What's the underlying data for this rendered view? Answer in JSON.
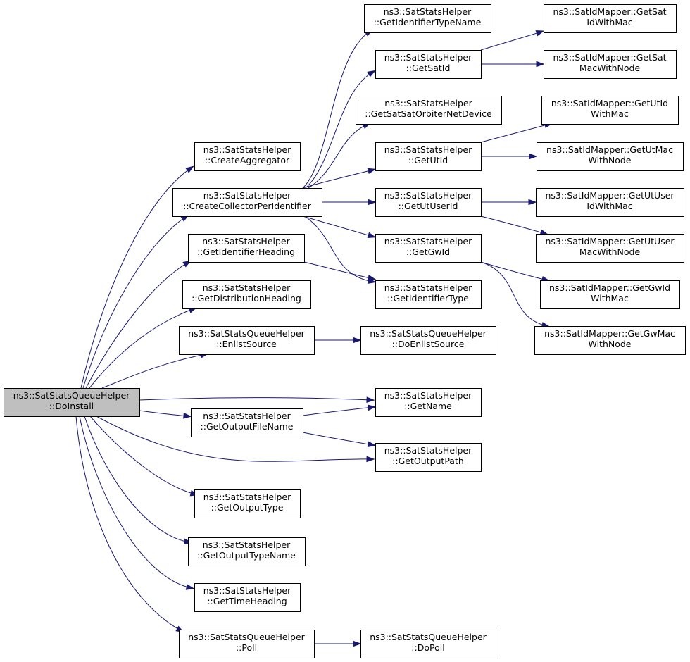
{
  "colors": {
    "edge": "#191970",
    "node_fill": "#ffffff",
    "root_fill": "#bfbfbf",
    "node_border": "#000000"
  },
  "nodes": {
    "DoInstall": {
      "lines": [
        "ns3::SatStatsQueueHelper",
        "::DoInstall"
      ],
      "root": true
    },
    "CreateAggregator": {
      "lines": [
        "ns3::SatStatsHelper",
        "::CreateAggregator"
      ]
    },
    "CreateCollector": {
      "lines": [
        "ns3::SatStatsHelper",
        "::CreateCollectorPerIdentifier"
      ]
    },
    "GetIdentifierHeading": {
      "lines": [
        "ns3::SatStatsHelper",
        "::GetIdentifierHeading"
      ]
    },
    "GetDistributionHeading": {
      "lines": [
        "ns3::SatStatsHelper",
        "::GetDistributionHeading"
      ]
    },
    "EnlistSource": {
      "lines": [
        "ns3::SatStatsQueueHelper",
        "::EnlistSource"
      ]
    },
    "GetOutputFileName": {
      "lines": [
        "ns3::SatStatsHelper",
        "::GetOutputFileName"
      ]
    },
    "GetOutputType": {
      "lines": [
        "ns3::SatStatsHelper",
        "::GetOutputType"
      ]
    },
    "GetOutputTypeName": {
      "lines": [
        "ns3::SatStatsHelper",
        "::GetOutputTypeName"
      ]
    },
    "GetTimeHeading": {
      "lines": [
        "ns3::SatStatsHelper",
        "::GetTimeHeading"
      ]
    },
    "Poll": {
      "lines": [
        "ns3::SatStatsQueueHelper",
        "::Poll"
      ]
    },
    "GetIdentifierTypeName": {
      "lines": [
        "ns3::SatStatsHelper",
        "::GetIdentifierTypeName"
      ]
    },
    "GetSatId": {
      "lines": [
        "ns3::SatStatsHelper",
        "::GetSatId"
      ]
    },
    "GetSatSatOrbiterNetDevice": {
      "lines": [
        "ns3::SatStatsHelper",
        "::GetSatSatOrbiterNetDevice"
      ]
    },
    "GetUtId": {
      "lines": [
        "ns3::SatStatsHelper",
        "::GetUtId"
      ]
    },
    "GetUtUserId": {
      "lines": [
        "ns3::SatStatsHelper",
        "::GetUtUserId"
      ]
    },
    "GetGwId": {
      "lines": [
        "ns3::SatStatsHelper",
        "::GetGwId"
      ]
    },
    "GetIdentifierType": {
      "lines": [
        "ns3::SatStatsHelper",
        "::GetIdentifierType"
      ]
    },
    "DoEnlistSource": {
      "lines": [
        "ns3::SatStatsQueueHelper",
        "::DoEnlistSource"
      ]
    },
    "GetName": {
      "lines": [
        "ns3::SatStatsHelper",
        "::GetName"
      ]
    },
    "GetOutputPath": {
      "lines": [
        "ns3::SatStatsHelper",
        "::GetOutputPath"
      ]
    },
    "DoPoll": {
      "lines": [
        "ns3::SatStatsQueueHelper",
        "::DoPoll"
      ]
    },
    "GetSatIdWithMac": {
      "lines": [
        "ns3::SatIdMapper::GetSat",
        "IdWithMac"
      ]
    },
    "GetSatMacWithNode": {
      "lines": [
        "ns3::SatIdMapper::GetSat",
        "MacWithNode"
      ]
    },
    "GetUtIdWithMac": {
      "lines": [
        "ns3::SatIdMapper::GetUtId",
        "WithMac"
      ]
    },
    "GetUtMacWithNode": {
      "lines": [
        "ns3::SatIdMapper::GetUtMac",
        "WithNode"
      ]
    },
    "GetUtUserIdWithMac": {
      "lines": [
        "ns3::SatIdMapper::GetUtUser",
        "IdWithMac"
      ]
    },
    "GetUtUserMacWithNode": {
      "lines": [
        "ns3::SatIdMapper::GetUtUser",
        "MacWithNode"
      ]
    },
    "GetGwIdWithMac": {
      "lines": [
        "ns3::SatIdMapper::GetGwId",
        "WithMac"
      ]
    },
    "GetGwMacWithNode": {
      "lines": [
        "ns3::SatIdMapper::GetGwMac",
        "WithNode"
      ]
    }
  },
  "edges": [
    [
      "DoInstall",
      "CreateAggregator"
    ],
    [
      "DoInstall",
      "CreateCollector"
    ],
    [
      "DoInstall",
      "GetIdentifierHeading"
    ],
    [
      "DoInstall",
      "GetDistributionHeading"
    ],
    [
      "DoInstall",
      "EnlistSource"
    ],
    [
      "DoInstall",
      "GetName"
    ],
    [
      "DoInstall",
      "GetOutputFileName"
    ],
    [
      "DoInstall",
      "GetOutputPath"
    ],
    [
      "DoInstall",
      "GetOutputType"
    ],
    [
      "DoInstall",
      "GetOutputTypeName"
    ],
    [
      "DoInstall",
      "GetTimeHeading"
    ],
    [
      "DoInstall",
      "Poll"
    ],
    [
      "CreateCollector",
      "GetIdentifierTypeName"
    ],
    [
      "CreateCollector",
      "GetSatId"
    ],
    [
      "CreateCollector",
      "GetSatSatOrbiterNetDevice"
    ],
    [
      "CreateCollector",
      "GetUtId"
    ],
    [
      "CreateCollector",
      "GetUtUserId"
    ],
    [
      "CreateCollector",
      "GetGwId"
    ],
    [
      "CreateCollector",
      "GetIdentifierType"
    ],
    [
      "GetIdentifierHeading",
      "GetIdentifierType"
    ],
    [
      "EnlistSource",
      "DoEnlistSource"
    ],
    [
      "GetOutputFileName",
      "GetName"
    ],
    [
      "GetOutputFileName",
      "GetOutputPath"
    ],
    [
      "Poll",
      "DoPoll"
    ],
    [
      "GetSatId",
      "GetSatIdWithMac"
    ],
    [
      "GetSatId",
      "GetSatMacWithNode"
    ],
    [
      "GetUtId",
      "GetUtIdWithMac"
    ],
    [
      "GetUtId",
      "GetUtMacWithNode"
    ],
    [
      "GetUtUserId",
      "GetUtUserIdWithMac"
    ],
    [
      "GetUtUserId",
      "GetUtUserMacWithNode"
    ],
    [
      "GetGwId",
      "GetGwIdWithMac"
    ],
    [
      "GetGwId",
      "GetGwMacWithNode"
    ]
  ]
}
